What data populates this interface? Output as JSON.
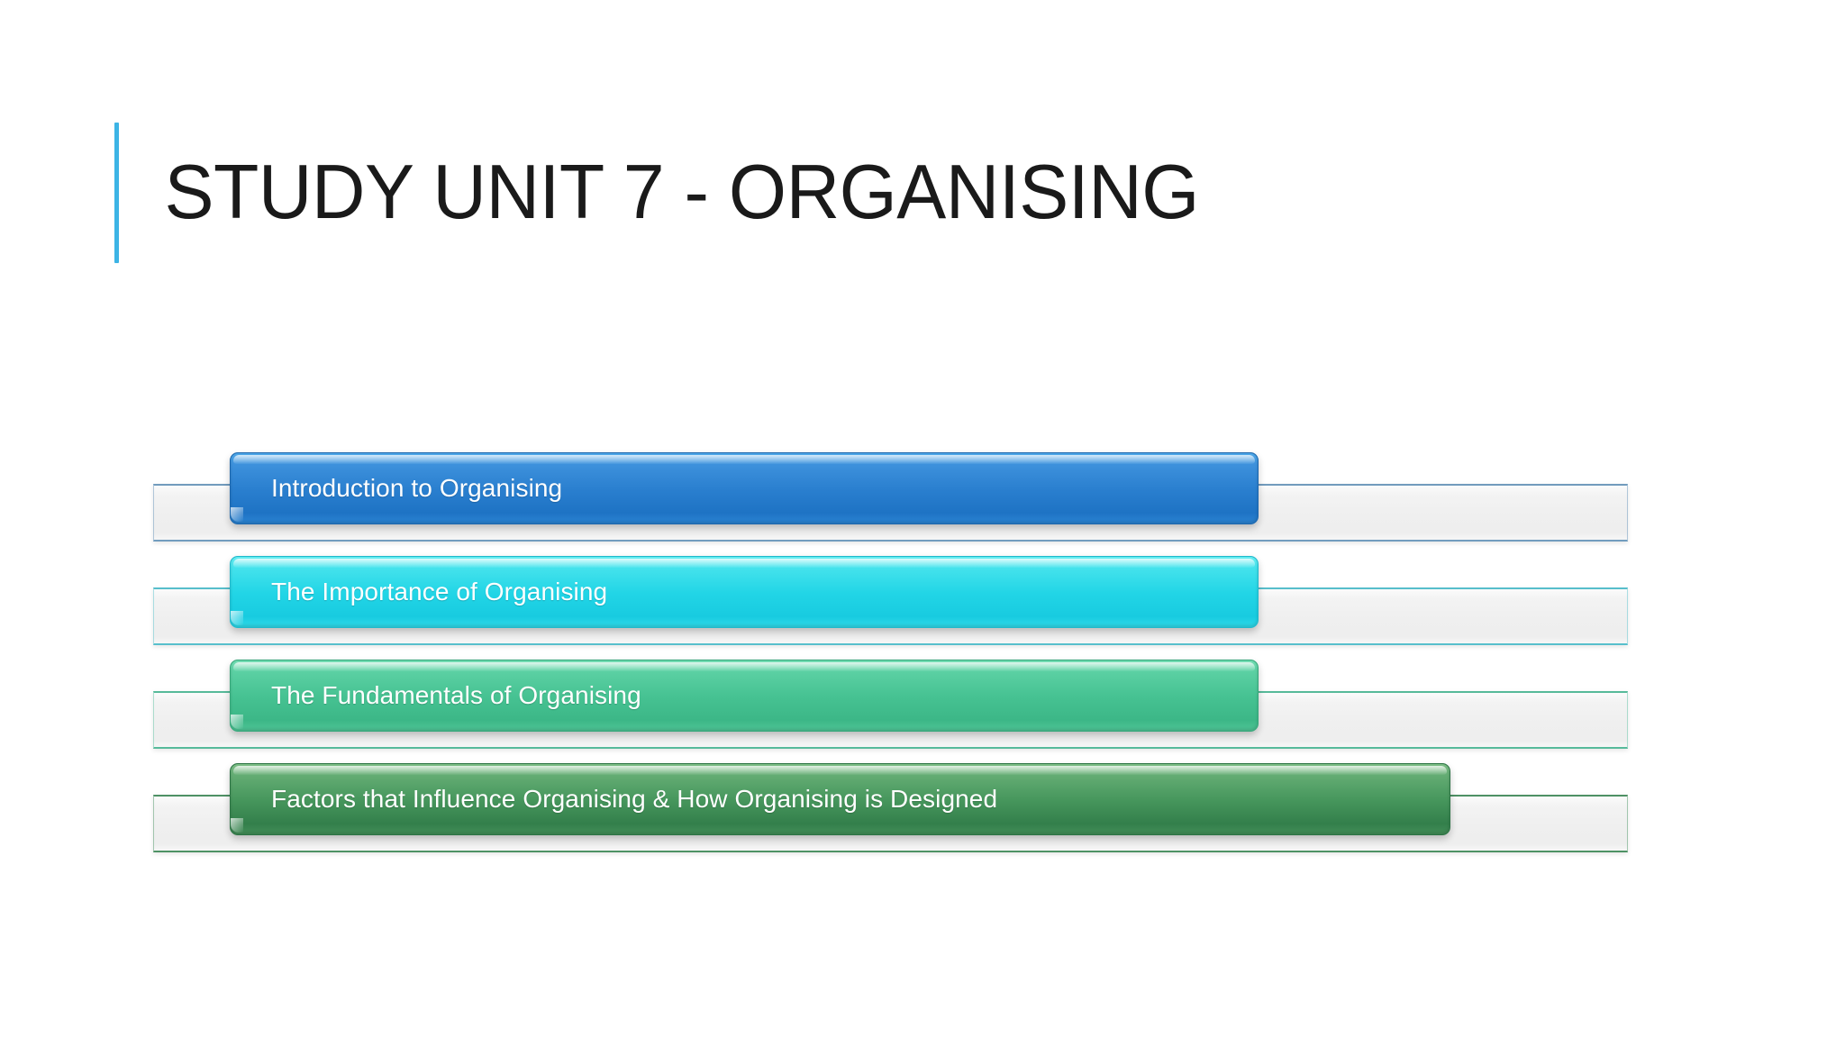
{
  "slide": {
    "title": "STUDY UNIT 7 - ORGANISING",
    "accent_color": "#3CB4E5",
    "background_color": "#FFFFFF"
  },
  "agenda": {
    "items": [
      {
        "label": "Introduction to Organising",
        "color": "#2A7FCF",
        "order": 1
      },
      {
        "label": "The Importance of Organising",
        "color": "#22D5E6",
        "order": 2
      },
      {
        "label": "The Fundamentals of Organising",
        "color": "#46C292",
        "order": 3
      },
      {
        "label": "Factors that Influence Organising & How Organising is Designed",
        "color": "#46965C",
        "order": 4
      }
    ]
  }
}
